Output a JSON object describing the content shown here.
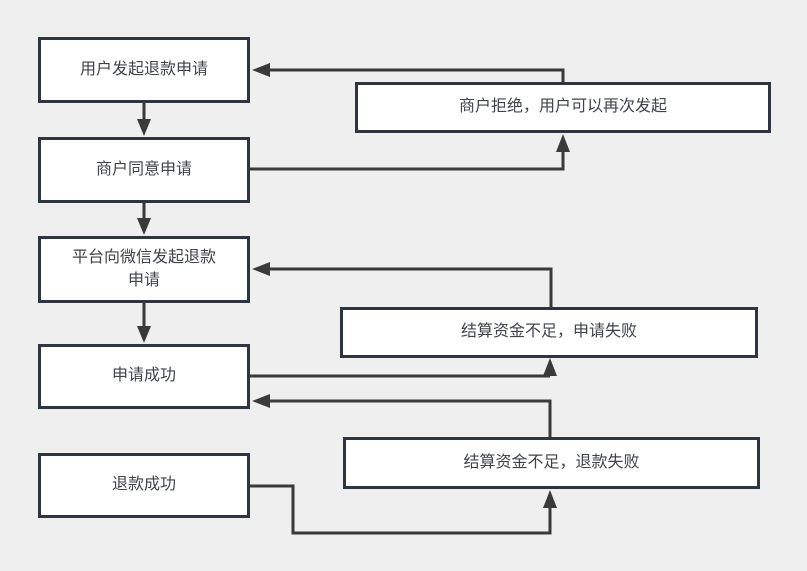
{
  "diagram": {
    "title": "refund-process-flowchart",
    "colors": {
      "background": "#efefef",
      "node_fill": "#ffffff",
      "node_border": "#2f3540",
      "connector": "#3a3a3a",
      "text": "#404347"
    },
    "nodes": [
      {
        "id": "user-initiates-refund",
        "label": "用户发起退款申请"
      },
      {
        "id": "merchant-agrees",
        "label": "商户同意申请"
      },
      {
        "id": "platform-initiates-wechat-refund",
        "label": "平台向微信发起退款申请"
      },
      {
        "id": "request-success",
        "label": "申请成功"
      },
      {
        "id": "refund-success",
        "label": "退款成功"
      },
      {
        "id": "merchant-rejects-retry",
        "label": "商户拒绝，用户可以再次发起"
      },
      {
        "id": "insufficient-funds-request-failed",
        "label": "结算资金不足，申请失败"
      },
      {
        "id": "insufficient-funds-refund-failed",
        "label": "结算资金不足，退款失败"
      }
    ],
    "edges": [
      {
        "from": "user-initiates-refund",
        "to": "merchant-agrees"
      },
      {
        "from": "merchant-agrees",
        "to": "platform-initiates-wechat-refund"
      },
      {
        "from": "platform-initiates-wechat-refund",
        "to": "request-success"
      },
      {
        "from": "merchant-rejects-retry",
        "to": "user-initiates-refund"
      },
      {
        "from": "merchant-agrees",
        "to": "merchant-rejects-retry"
      },
      {
        "from": "insufficient-funds-request-failed",
        "to": "platform-initiates-wechat-refund"
      },
      {
        "from": "request-success",
        "to": "insufficient-funds-request-failed"
      },
      {
        "from": "insufficient-funds-refund-failed",
        "to": "request-success"
      },
      {
        "from": "refund-success",
        "to": "insufficient-funds-refund-failed"
      }
    ]
  }
}
